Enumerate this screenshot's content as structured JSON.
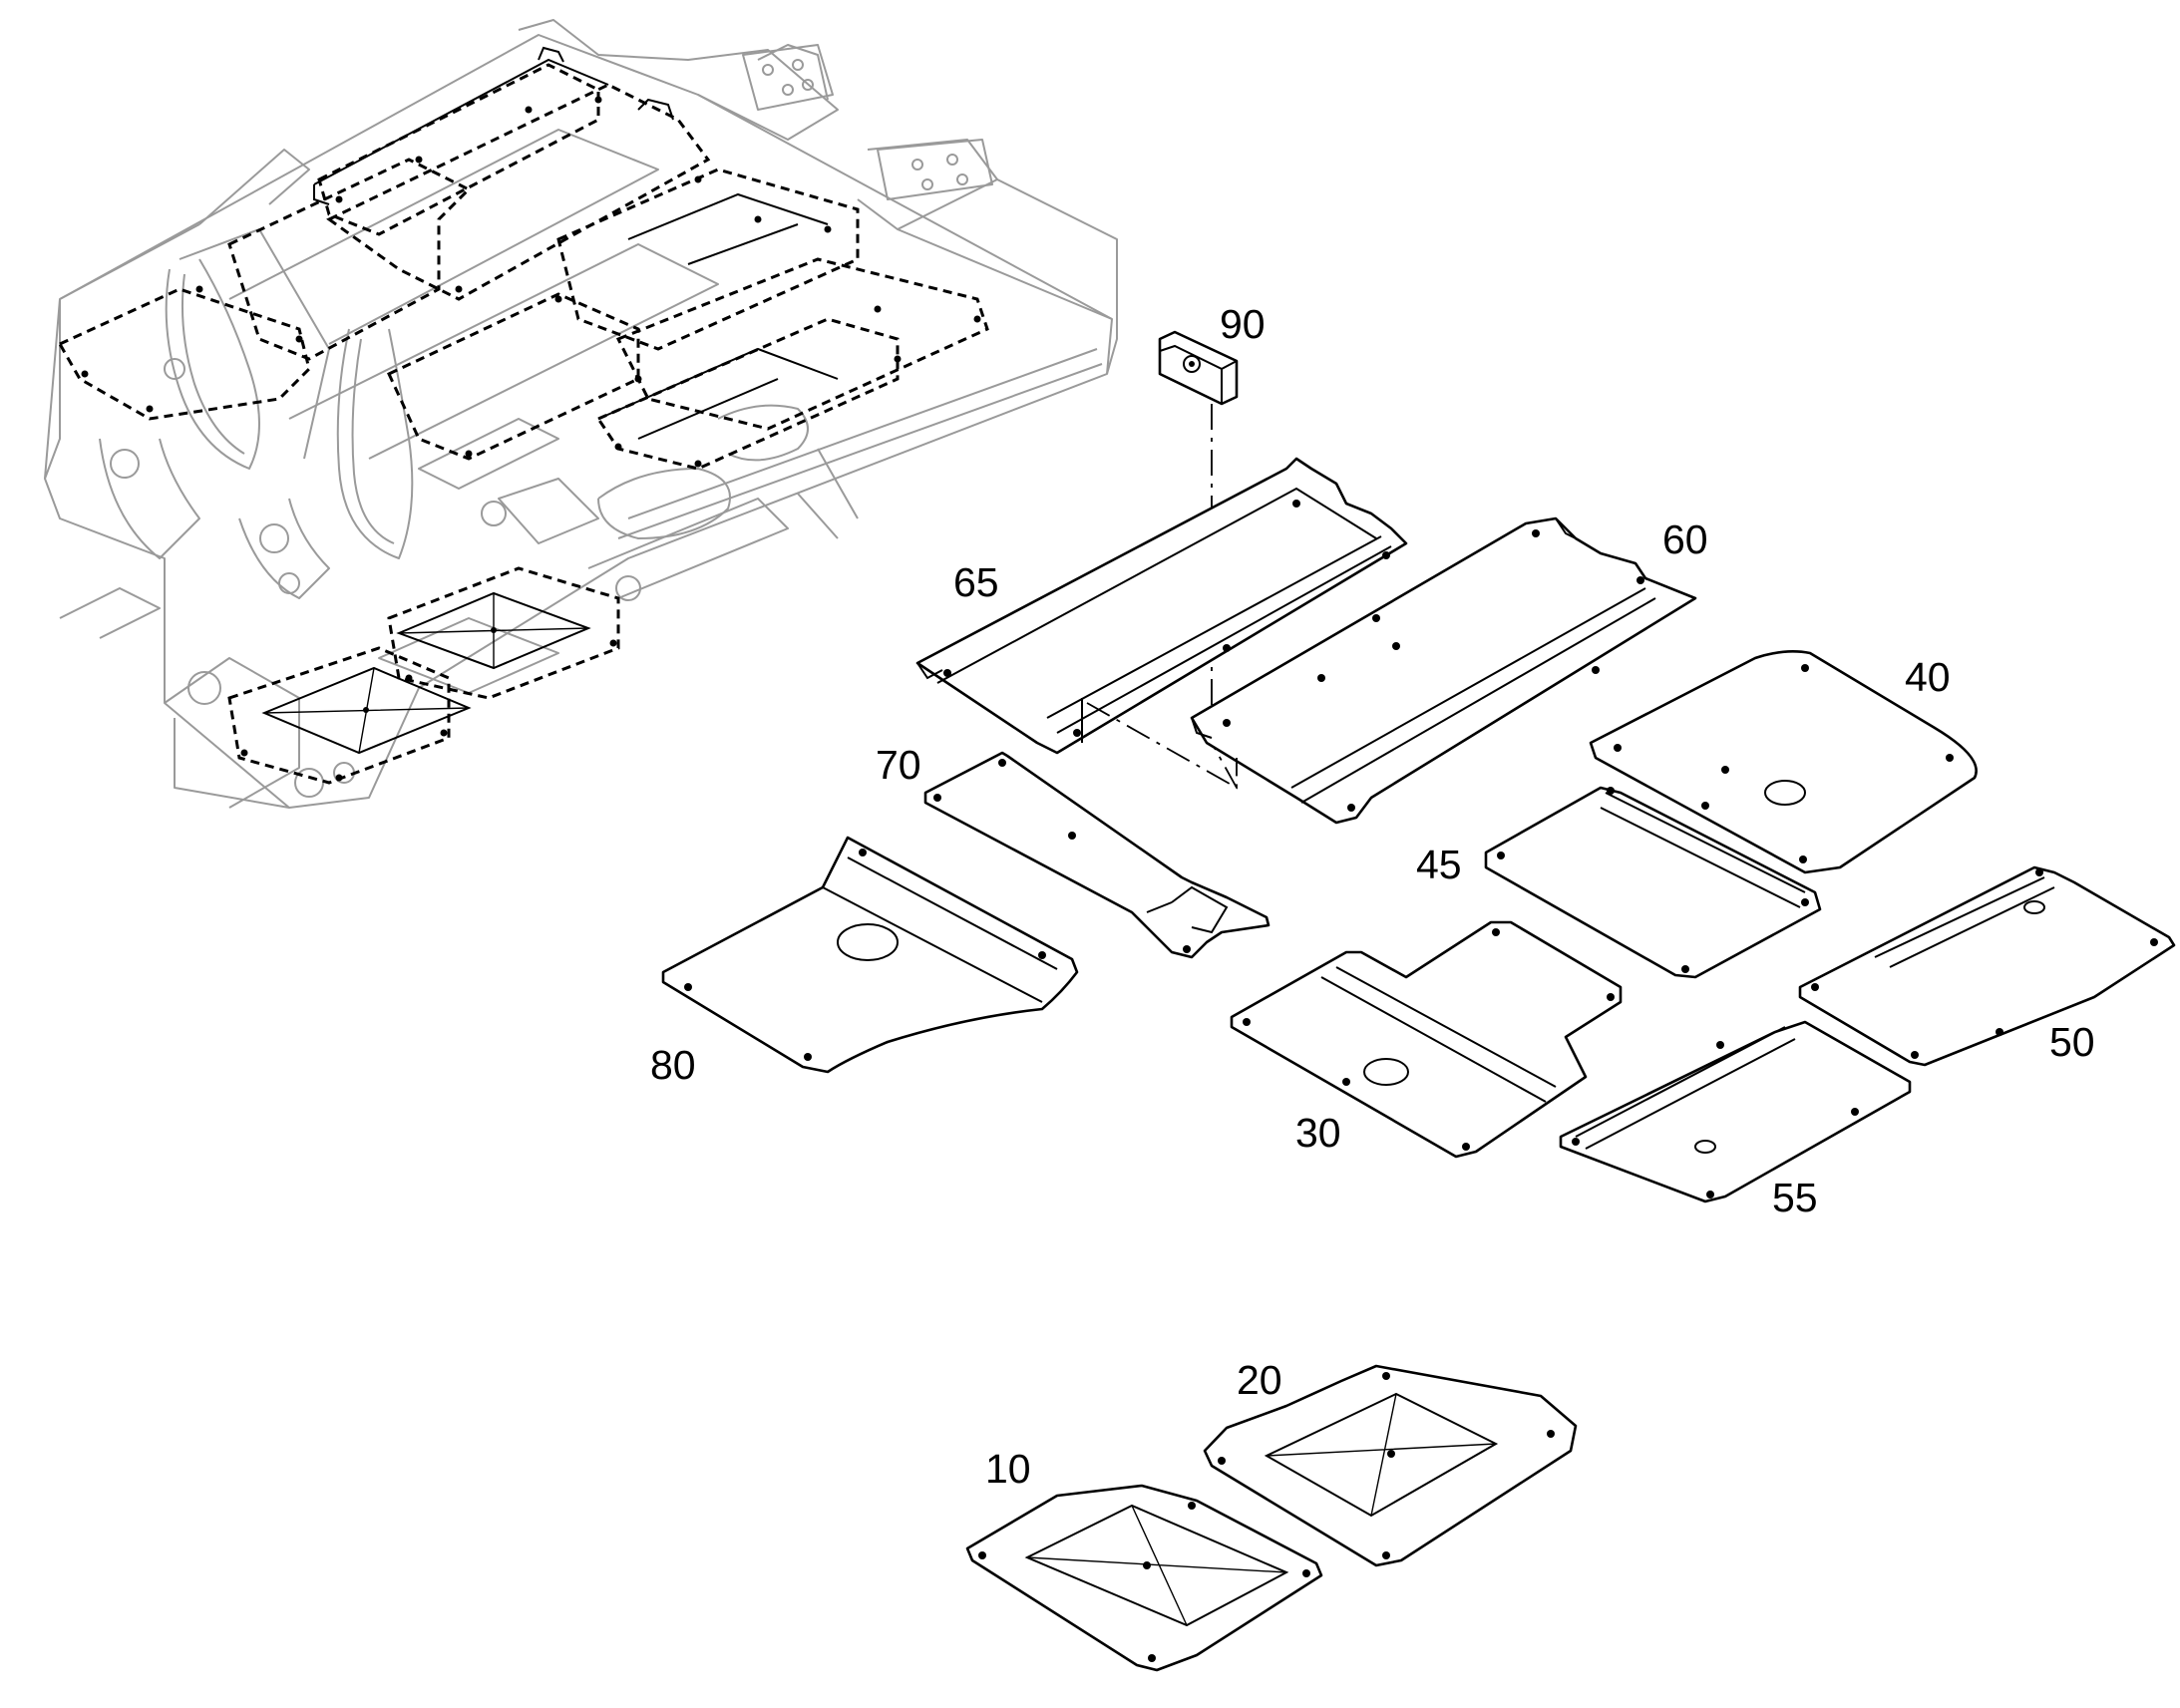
{
  "diagram": {
    "callouts": {
      "p10": "10",
      "p20": "20",
      "p30": "30",
      "p40": "40",
      "p45": "45",
      "p50": "50",
      "p55": "55",
      "p60": "60",
      "p65": "65",
      "p70": "70",
      "p80": "80",
      "p90": "90"
    }
  }
}
